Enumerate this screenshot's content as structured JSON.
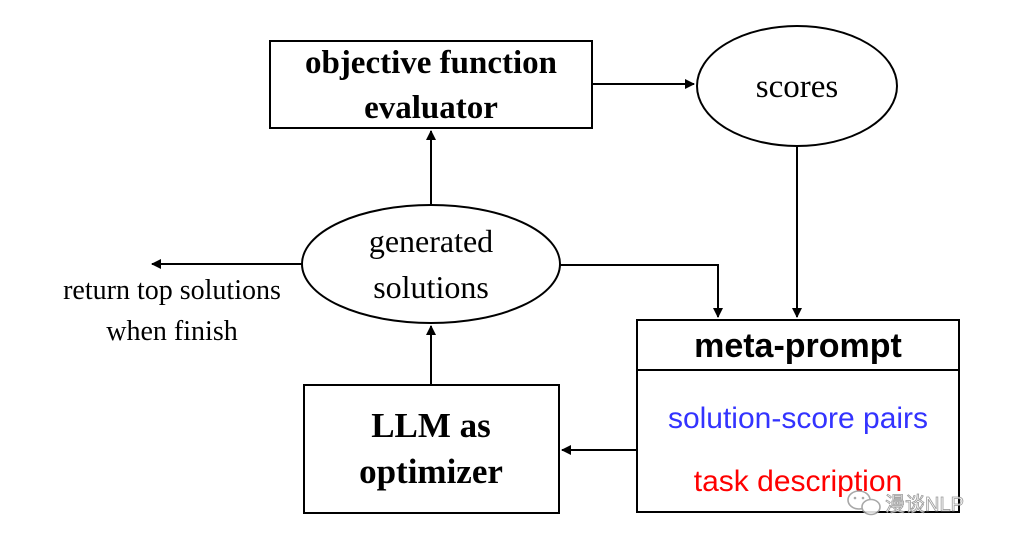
{
  "nodes": {
    "evaluator": {
      "line1": "objective function",
      "line2": "evaluator"
    },
    "scores": {
      "label": "scores"
    },
    "generated": {
      "line1": "generated",
      "line2": "solutions"
    },
    "return_note": {
      "line1": "return top solutions",
      "line2": "when finish"
    },
    "llm": {
      "line1": "LLM as",
      "line2": "optimizer"
    },
    "meta_prompt": {
      "title": "meta-prompt",
      "item1": "solution-score pairs",
      "item2": "task description",
      "item1_color": "#3333ff",
      "item2_color": "#ff0000"
    }
  },
  "watermark": {
    "text": "漫谈NLP",
    "icon": "wechat-icon"
  }
}
